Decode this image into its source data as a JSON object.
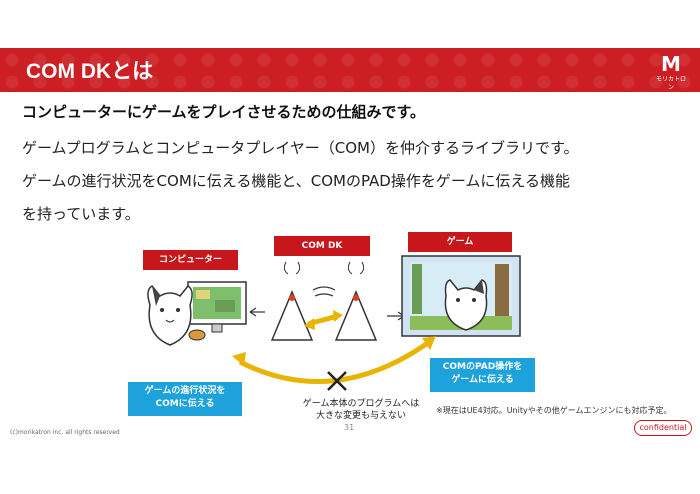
{
  "header": {
    "title": "COM DKとは",
    "logo_text": "モリカトロン"
  },
  "lead": "コンピューターにゲームをプレイさせるための仕組みです。",
  "lines": [
    "ゲームプログラムとコンピュータプレイヤー（COM）を仲介するライブラリです。",
    "ゲームの進行状況をCOMに伝える機能と、COMのPAD操作をゲームに伝える機能",
    "を持っています。"
  ],
  "diagram": {
    "computer_label": "コンピューター",
    "comdk_label": "COM DK",
    "game_label": "ゲーム",
    "left_callout_1": "ゲームの進行状況を",
    "left_callout_2": "COMに伝える",
    "right_callout_1": "COMのPAD操作を",
    "right_callout_2": "ゲームに伝える",
    "hand_note_1": "ゲーム本体のプログラムへは",
    "hand_note_2": "大きな変更も与えない"
  },
  "footnote": "※現在はUE4対応。Unityやその他ゲームエンジンにも対応予定。",
  "page_number": "31",
  "copyright": "(c)morikatron inc. all rights reserved",
  "confidential": "confidential",
  "colors": {
    "brand_red": "#cc1f24",
    "callout_blue": "#1da2dc"
  }
}
